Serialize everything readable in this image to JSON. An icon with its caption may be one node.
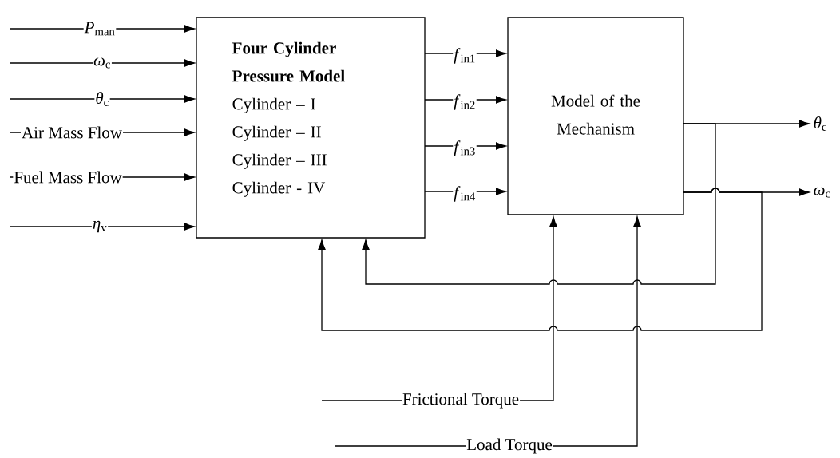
{
  "diagram": {
    "nodes": [
      {
        "text": [
          "Four Cylinder Pressure Model",
          "Cylinder – I",
          "Cylinder – II",
          "Cylinder – III",
          "Cylinder - IV"
        ]
      },
      {
        "text": [
          "Model of the Mechanism"
        ]
      },
      {
        "text": [
          "*θ*$_{c}$"
        ]
      },
      {
        "text": [
          "*ω*$_{c}$"
        ]
      }
    ],
    "edges": [
      {
        "from": null,
        "to": 0,
        "arrow": "to",
        "label": "*P*$_{man}$"
      },
      {
        "from": null,
        "to": 0,
        "arrow": "to",
        "label": "*ω*$_{c}$"
      },
      {
        "from": null,
        "to": 0,
        "arrow": "to",
        "label": "*θ*$_{c}$"
      },
      {
        "from": null,
        "to": 0,
        "arrow": "to",
        "label": "Air Mass Flow"
      },
      {
        "from": null,
        "to": 0,
        "arrow": "to",
        "label": "Fuel Mass Flow"
      },
      {
        "from": null,
        "to": 0,
        "arrow": "to",
        "label": "*η*$_{v}$"
      },
      {
        "from": 0,
        "to": 1,
        "arrow": "to",
        "label": "*f*$_{in1}$"
      },
      {
        "from": 0,
        "to": 1,
        "arrow": "to",
        "label": "*f*$_{in2}$"
      },
      {
        "from": 0,
        "to": 1,
        "arrow": "to",
        "label": "*f*$_{in3}$"
      },
      {
        "from": 0,
        "to": 1,
        "arrow": "to",
        "label": "*f*$_{in4}$"
      },
      {
        "from": 1,
        "to": 2,
        "arrow": "to"
      },
      {
        "from": 1,
        "to": 3,
        "arrow": "to"
      },
      {
        "from": 1,
        "to": 0,
        "arrow": "to"
      },
      {
        "from": 1,
        "to": 0,
        "arrow": "to"
      },
      {
        "from": null,
        "to": 1,
        "arrow": "to",
        "label": "Frictional Torque"
      },
      {
        "from": null,
        "to": 1,
        "arrow": "to",
        "label": "Load Torque"
      }
    ]
  }
}
